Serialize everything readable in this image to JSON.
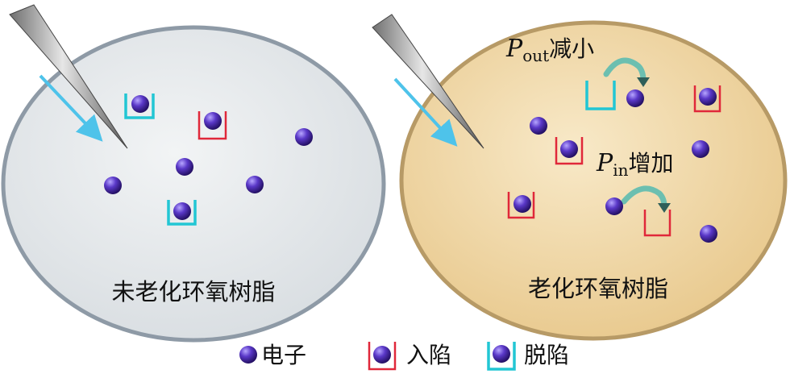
{
  "left_panel": {
    "label": "未老化环氧树脂",
    "fill_color": "#e3e7ea",
    "rim_color": "#8e9aa6"
  },
  "right_panel": {
    "label": "老化环氧树脂",
    "fill_color": "#f0d9a8",
    "rim_color": "#b79a66",
    "annotation_out": {
      "symbol": "P",
      "subscript": "out",
      "text": "减小"
    },
    "annotation_in": {
      "symbol": "P",
      "subscript": "in",
      "text": "增加"
    }
  },
  "legend": {
    "electron": "电子",
    "trapped": "入陷",
    "detrapped": "脱陷"
  },
  "colors": {
    "electron": "#4b2bb0",
    "trap_in": "#e0283a",
    "trap_out": "#22c6d4",
    "arrow": "#4ec3ea",
    "hop_arrow": "#6cbfb0"
  },
  "icons": [
    "needle-electrode-icon",
    "injection-arrow-icon",
    "hop-arrow-icon"
  ]
}
